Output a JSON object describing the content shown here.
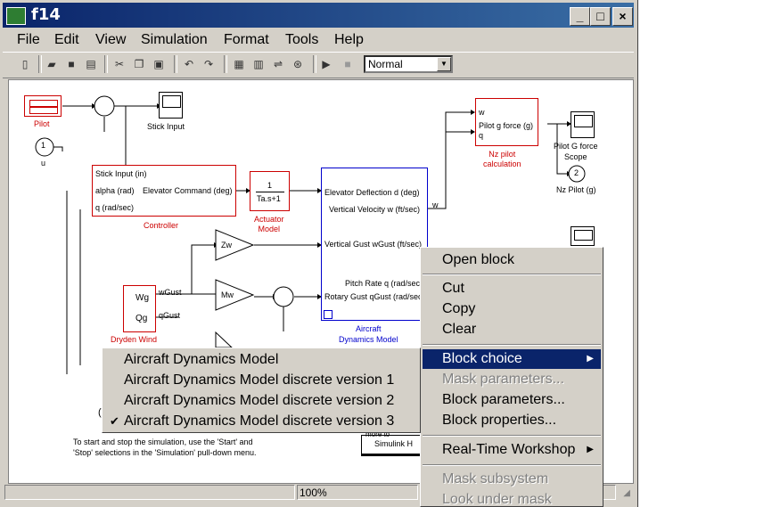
{
  "window": {
    "title": "f14"
  },
  "menu": [
    "File",
    "Edit",
    "View",
    "Simulation",
    "Format",
    "Tools",
    "Help"
  ],
  "toolbar": {
    "sim_mode": "Normal"
  },
  "diagram": {
    "pilot": "Pilot",
    "u_num": "1",
    "u_label": "u",
    "stick_input": "Stick Input",
    "controller_ports_in": [
      "Stick Input (in)",
      "alpha (rad)",
      "q (rad/sec)"
    ],
    "controller_port_out": "Elevator Command (deg)",
    "controller": "Controller",
    "actuator_num": "1",
    "actuator_den": "Ta.s+1",
    "actuator": "Actuator\nModel",
    "aircraft_ports": [
      "Elevator Deflection d (deg)",
      "Vertical Velocity w (ft/sec)",
      "Vertical Gust wGust (ft/sec)",
      "Pitch Rate q (rad/sec)",
      "Rotary Gust qGust (rad/sec)"
    ],
    "aircraft": "Aircraft\nDynamics Model",
    "zw": "Zw",
    "mw": "Mw",
    "wg": "Wg",
    "qg": "Qg",
    "wgust": "wGust",
    "qgust": "qGust",
    "dryden": "Dryden Wind",
    "w_label": "w",
    "nz_ports": [
      "w",
      "Pilot g force (g)",
      "q"
    ],
    "nz_block": "Nz pilot\ncalculation",
    "pilot_g_scope": "Pilot G force\nScope",
    "nz_pilot_num": "2",
    "nz_pilot": "Nz Pilot (g)",
    "instructions": "To start and stop the simulation, use the 'Start' and\n'Stop' selections in the 'Simulation' pull-down menu.",
    "simulink_help": "Simulink H",
    "dangling_c": "(",
    "dangling_more": "more to"
  },
  "context_menu": {
    "items": [
      {
        "label": "Open block",
        "enabled": true
      },
      {
        "label": "Cut",
        "enabled": true
      },
      {
        "label": "Copy",
        "enabled": true
      },
      {
        "label": "Clear",
        "enabled": true
      },
      {
        "label": "Block choice",
        "enabled": true,
        "highlighted": true
      },
      {
        "label": "Mask parameters...",
        "enabled": false
      },
      {
        "label": "Block parameters...",
        "enabled": true
      },
      {
        "label": "Block properties...",
        "enabled": true
      },
      {
        "label": "Real-Time Workshop",
        "enabled": true
      },
      {
        "label": "Mask subsystem",
        "enabled": false
      },
      {
        "label": "Look under mask",
        "enabled": false
      }
    ]
  },
  "submenu": {
    "items": [
      {
        "label": "Aircraft Dynamics Model",
        "checked": false
      },
      {
        "label": "Aircraft Dynamics Model discrete version 1",
        "checked": false
      },
      {
        "label": "Aircraft Dynamics Model discrete version 2",
        "checked": false
      },
      {
        "label": "Aircraft Dynamics Model discrete version 3",
        "checked": true
      }
    ]
  },
  "status": {
    "zoom": "100%"
  },
  "icons": {
    "app": "simulink-app-icon",
    "minimize": "minimize-icon",
    "maximize": "maximize-icon",
    "close": "close-icon"
  }
}
